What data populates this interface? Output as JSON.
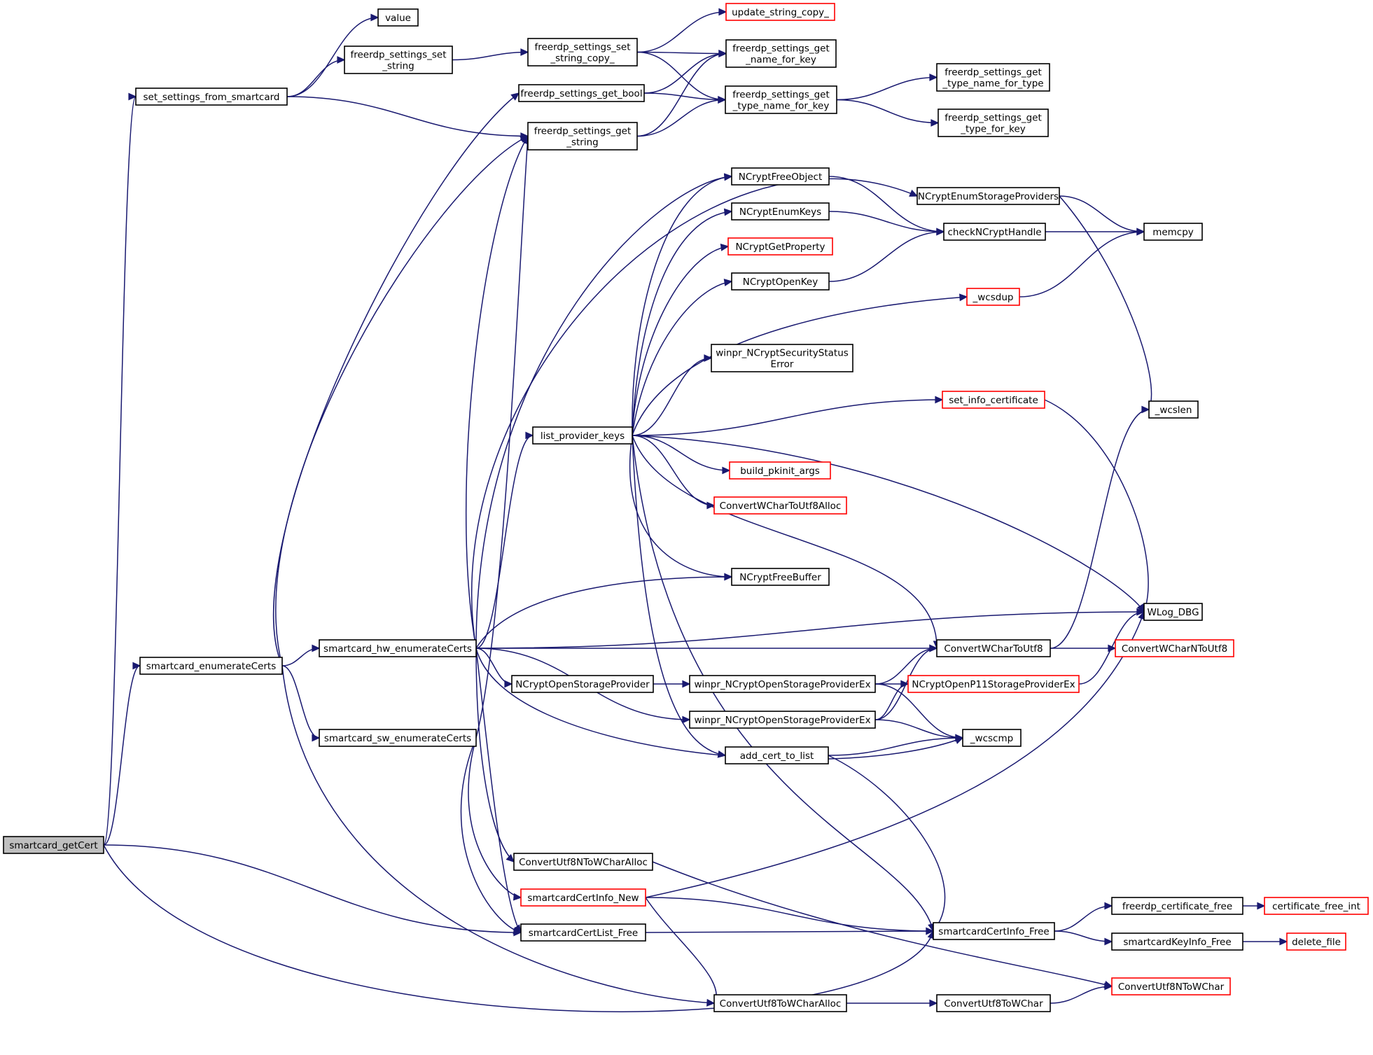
{
  "colors": {
    "edge": "#191970",
    "box_border": "#000000",
    "link_border": "#ff0000",
    "root_fill": "#bfbfbf",
    "box_fill": "#ffffff"
  },
  "nodes": {
    "smartcard_getCert": {
      "lines": [
        "smartcard_getCert"
      ],
      "kind": "root"
    },
    "set_settings_from_smartcard": {
      "lines": [
        "set_settings_from_smartcard"
      ],
      "kind": "normal"
    },
    "value": {
      "lines": [
        "value"
      ],
      "kind": "normal"
    },
    "freerdp_settings_set_string": {
      "lines": [
        "freerdp_settings_set",
        "_string"
      ],
      "kind": "normal"
    },
    "freerdp_settings_set_string_copy_": {
      "lines": [
        "freerdp_settings_set",
        "_string_copy_"
      ],
      "kind": "normal"
    },
    "update_string_copy_": {
      "lines": [
        "update_string_copy_"
      ],
      "kind": "truncated"
    },
    "freerdp_settings_get_name_for_key": {
      "lines": [
        "freerdp_settings_get",
        "_name_for_key"
      ],
      "kind": "normal"
    },
    "freerdp_settings_get_bool": {
      "lines": [
        "freerdp_settings_get_bool"
      ],
      "kind": "normal"
    },
    "freerdp_settings_get_type_name_for_key": {
      "lines": [
        "freerdp_settings_get",
        "_type_name_for_key"
      ],
      "kind": "normal"
    },
    "freerdp_settings_get_type_name_for_type": {
      "lines": [
        "freerdp_settings_get",
        "_type_name_for_type"
      ],
      "kind": "normal"
    },
    "freerdp_settings_get_type_for_key": {
      "lines": [
        "freerdp_settings_get",
        "_type_for_key"
      ],
      "kind": "normal"
    },
    "freerdp_settings_get_string": {
      "lines": [
        "freerdp_settings_get",
        "_string"
      ],
      "kind": "normal"
    },
    "NCryptFreeObject": {
      "lines": [
        "NCryptFreeObject"
      ],
      "kind": "normal"
    },
    "NCryptEnumStorageProviders": {
      "lines": [
        "NCryptEnumStorageProviders"
      ],
      "kind": "normal"
    },
    "NCryptEnumKeys": {
      "lines": [
        "NCryptEnumKeys"
      ],
      "kind": "normal"
    },
    "checkNCryptHandle": {
      "lines": [
        "checkNCryptHandle"
      ],
      "kind": "normal"
    },
    "memcpy": {
      "lines": [
        "memcpy"
      ],
      "kind": "normal"
    },
    "NCryptGetProperty": {
      "lines": [
        "NCryptGetProperty"
      ],
      "kind": "truncated"
    },
    "NCryptOpenKey": {
      "lines": [
        "NCryptOpenKey"
      ],
      "kind": "normal"
    },
    "_wcsdup": {
      "lines": [
        "_wcsdup"
      ],
      "kind": "truncated"
    },
    "winpr_NCryptSecurityStatusError": {
      "lines": [
        "winpr_NCryptSecurityStatus",
        "Error"
      ],
      "kind": "normal"
    },
    "set_info_certificate": {
      "lines": [
        "set_info_certificate"
      ],
      "kind": "truncated"
    },
    "_wcslen": {
      "lines": [
        "_wcslen"
      ],
      "kind": "normal"
    },
    "list_provider_keys": {
      "lines": [
        "list_provider_keys"
      ],
      "kind": "normal"
    },
    "build_pkinit_args": {
      "lines": [
        "build_pkinit_args"
      ],
      "kind": "truncated"
    },
    "ConvertWCharToUtf8Alloc": {
      "lines": [
        "ConvertWCharToUtf8Alloc"
      ],
      "kind": "truncated"
    },
    "NCryptFreeBuffer": {
      "lines": [
        "NCryptFreeBuffer"
      ],
      "kind": "normal"
    },
    "WLog_DBG": {
      "lines": [
        "WLog_DBG"
      ],
      "kind": "normal"
    },
    "smartcard_hw_enumerateCerts": {
      "lines": [
        "smartcard_hw_enumerateCerts"
      ],
      "kind": "normal"
    },
    "ConvertWCharToUtf8": {
      "lines": [
        "ConvertWCharToUtf8"
      ],
      "kind": "normal"
    },
    "ConvertWCharNToUtf8": {
      "lines": [
        "ConvertWCharNToUtf8"
      ],
      "kind": "truncated"
    },
    "smartcard_enumerateCerts": {
      "lines": [
        "smartcard_enumerateCerts"
      ],
      "kind": "normal"
    },
    "NCryptOpenStorageProvider": {
      "lines": [
        "NCryptOpenStorageProvider"
      ],
      "kind": "normal"
    },
    "winpr_NCryptOpenStorageProviderEx_1": {
      "lines": [
        "winpr_NCryptOpenStorageProviderEx"
      ],
      "kind": "normal"
    },
    "NCryptOpenP11StorageProviderEx": {
      "lines": [
        "NCryptOpenP11StorageProviderEx"
      ],
      "kind": "truncated"
    },
    "winpr_NCryptOpenStorageProviderEx_2": {
      "lines": [
        "winpr_NCryptOpenStorageProviderEx"
      ],
      "kind": "normal"
    },
    "smartcard_sw_enumerateCerts": {
      "lines": [
        "smartcard_sw_enumerateCerts"
      ],
      "kind": "normal"
    },
    "_wcscmp": {
      "lines": [
        "_wcscmp"
      ],
      "kind": "normal"
    },
    "add_cert_to_list": {
      "lines": [
        "add_cert_to_list"
      ],
      "kind": "normal"
    },
    "ConvertUtf8NToWCharAlloc": {
      "lines": [
        "ConvertUtf8NToWCharAlloc"
      ],
      "kind": "normal"
    },
    "smartcardCertInfo_New": {
      "lines": [
        "smartcardCertInfo_New"
      ],
      "kind": "truncated"
    },
    "freerdp_certificate_free": {
      "lines": [
        "freerdp_certificate_free"
      ],
      "kind": "normal"
    },
    "certificate_free_int": {
      "lines": [
        "certificate_free_int"
      ],
      "kind": "truncated"
    },
    "smartcardCertInfo_Free": {
      "lines": [
        "smartcardCertInfo_Free"
      ],
      "kind": "normal"
    },
    "smartcardCertList_Free": {
      "lines": [
        "smartcardCertList_Free"
      ],
      "kind": "normal"
    },
    "smartcardKeyInfo_Free": {
      "lines": [
        "smartcardKeyInfo_Free"
      ],
      "kind": "normal"
    },
    "delete_file": {
      "lines": [
        "delete_file"
      ],
      "kind": "truncated"
    },
    "ConvertUtf8NToWChar": {
      "lines": [
        "ConvertUtf8NToWChar"
      ],
      "kind": "truncated"
    },
    "ConvertUtf8ToWCharAlloc": {
      "lines": [
        "ConvertUtf8ToWCharAlloc"
      ],
      "kind": "normal"
    },
    "ConvertUtf8ToWChar": {
      "lines": [
        "ConvertUtf8ToWChar"
      ],
      "kind": "normal"
    }
  },
  "edges": [
    [
      "smartcard_getCert",
      "set_settings_from_smartcard"
    ],
    [
      "smartcard_getCert",
      "smartcard_enumerateCerts"
    ],
    [
      "smartcard_getCert",
      "smartcardCertList_Free"
    ],
    [
      "smartcard_getCert",
      "smartcardCertInfo_Free"
    ],
    [
      "set_settings_from_smartcard",
      "value"
    ],
    [
      "set_settings_from_smartcard",
      "freerdp_settings_set_string"
    ],
    [
      "set_settings_from_smartcard",
      "freerdp_settings_get_string"
    ],
    [
      "freerdp_settings_set_string",
      "freerdp_settings_set_string_copy_"
    ],
    [
      "freerdp_settings_set_string_copy_",
      "update_string_copy_"
    ],
    [
      "freerdp_settings_set_string_copy_",
      "freerdp_settings_get_name_for_key"
    ],
    [
      "freerdp_settings_set_string_copy_",
      "freerdp_settings_get_type_name_for_key"
    ],
    [
      "freerdp_settings_get_bool",
      "freerdp_settings_get_name_for_key"
    ],
    [
      "freerdp_settings_get_bool",
      "freerdp_settings_get_type_name_for_key"
    ],
    [
      "freerdp_settings_get_string",
      "freerdp_settings_get_name_for_key"
    ],
    [
      "freerdp_settings_get_string",
      "freerdp_settings_get_type_name_for_key"
    ],
    [
      "freerdp_settings_get_type_name_for_key",
      "freerdp_settings_get_type_name_for_type"
    ],
    [
      "freerdp_settings_get_type_name_for_key",
      "freerdp_settings_get_type_for_key"
    ],
    [
      "smartcard_enumerateCerts",
      "freerdp_settings_get_bool"
    ],
    [
      "smartcard_enumerateCerts",
      "freerdp_settings_get_string"
    ],
    [
      "smartcard_enumerateCerts",
      "smartcard_hw_enumerateCerts"
    ],
    [
      "smartcard_enumerateCerts",
      "smartcard_sw_enumerateCerts"
    ],
    [
      "smartcard_enumerateCerts",
      "ConvertUtf8ToWCharAlloc"
    ],
    [
      "smartcard_hw_enumerateCerts",
      "freerdp_settings_get_string"
    ],
    [
      "smartcard_hw_enumerateCerts",
      "NCryptEnumStorageProviders"
    ],
    [
      "smartcard_hw_enumerateCerts",
      "NCryptFreeObject"
    ],
    [
      "smartcard_hw_enumerateCerts",
      "list_provider_keys"
    ],
    [
      "smartcard_hw_enumerateCerts",
      "NCryptFreeBuffer"
    ],
    [
      "smartcard_hw_enumerateCerts",
      "WLog_DBG"
    ],
    [
      "smartcard_hw_enumerateCerts",
      "ConvertWCharToUtf8"
    ],
    [
      "smartcard_hw_enumerateCerts",
      "NCryptOpenStorageProvider"
    ],
    [
      "smartcard_hw_enumerateCerts",
      "winpr_NCryptOpenStorageProviderEx_2"
    ],
    [
      "smartcard_hw_enumerateCerts",
      "_wcscmp"
    ],
    [
      "smartcard_hw_enumerateCerts",
      "ConvertUtf8NToWCharAlloc"
    ],
    [
      "smartcard_hw_enumerateCerts",
      "smartcardCertList_Free"
    ],
    [
      "smartcard_sw_enumerateCerts",
      "freerdp_settings_get_string"
    ],
    [
      "smartcard_sw_enumerateCerts",
      "smartcardCertInfo_New"
    ],
    [
      "smartcard_sw_enumerateCerts",
      "smartcardCertList_Free"
    ],
    [
      "list_provider_keys",
      "NCryptFreeObject"
    ],
    [
      "list_provider_keys",
      "NCryptEnumKeys"
    ],
    [
      "list_provider_keys",
      "NCryptGetProperty"
    ],
    [
      "list_provider_keys",
      "NCryptOpenKey"
    ],
    [
      "list_provider_keys",
      "_wcsdup"
    ],
    [
      "list_provider_keys",
      "winpr_NCryptSecurityStatusError"
    ],
    [
      "list_provider_keys",
      "set_info_certificate"
    ],
    [
      "list_provider_keys",
      "WLog_DBG"
    ],
    [
      "list_provider_keys",
      "build_pkinit_args"
    ],
    [
      "list_provider_keys",
      "ConvertWCharToUtf8Alloc"
    ],
    [
      "list_provider_keys",
      "NCryptFreeBuffer"
    ],
    [
      "list_provider_keys",
      "ConvertWCharToUtf8"
    ],
    [
      "list_provider_keys",
      "add_cert_to_list"
    ],
    [
      "list_provider_keys",
      "smartcardCertInfo_Free"
    ],
    [
      "NCryptFreeObject",
      "checkNCryptHandle"
    ],
    [
      "NCryptEnumKeys",
      "checkNCryptHandle"
    ],
    [
      "NCryptOpenKey",
      "checkNCryptHandle"
    ],
    [
      "NCryptEnumStorageProviders",
      "memcpy"
    ],
    [
      "NCryptEnumStorageProviders",
      "_wcslen"
    ],
    [
      "checkNCryptHandle",
      "memcpy"
    ],
    [
      "_wcsdup",
      "memcpy"
    ],
    [
      "set_info_certificate",
      "WLog_DBG"
    ],
    [
      "ConvertWCharToUtf8",
      "_wcslen"
    ],
    [
      "ConvertWCharToUtf8",
      "ConvertWCharNToUtf8"
    ],
    [
      "NCryptOpenStorageProvider",
      "winpr_NCryptOpenStorageProviderEx_1"
    ],
    [
      "winpr_NCryptOpenStorageProviderEx_1",
      "ConvertWCharToUtf8"
    ],
    [
      "winpr_NCryptOpenStorageProviderEx_1",
      "NCryptOpenP11StorageProviderEx"
    ],
    [
      "winpr_NCryptOpenStorageProviderEx_1",
      "_wcscmp"
    ],
    [
      "winpr_NCryptOpenStorageProviderEx_2",
      "ConvertWCharToUtf8"
    ],
    [
      "winpr_NCryptOpenStorageProviderEx_2",
      "NCryptOpenP11StorageProviderEx"
    ],
    [
      "winpr_NCryptOpenStorageProviderEx_2",
      "_wcscmp"
    ],
    [
      "NCryptOpenP11StorageProviderEx",
      "WLog_DBG"
    ],
    [
      "add_cert_to_list",
      "_wcscmp"
    ],
    [
      "add_cert_to_list",
      "smartcardCertInfo_Free"
    ],
    [
      "ConvertUtf8NToWCharAlloc",
      "ConvertUtf8NToWChar"
    ],
    [
      "smartcardCertInfo_New",
      "WLog_DBG"
    ],
    [
      "smartcardCertInfo_New",
      "smartcardCertInfo_Free"
    ],
    [
      "smartcardCertInfo_New",
      "ConvertUtf8ToWCharAlloc"
    ],
    [
      "smartcardCertList_Free",
      "smartcardCertInfo_Free"
    ],
    [
      "smartcardCertInfo_Free",
      "freerdp_certificate_free"
    ],
    [
      "smartcardCertInfo_Free",
      "smartcardKeyInfo_Free"
    ],
    [
      "freerdp_certificate_free",
      "certificate_free_int"
    ],
    [
      "smartcardKeyInfo_Free",
      "delete_file"
    ],
    [
      "ConvertUtf8ToWCharAlloc",
      "ConvertUtf8ToWChar"
    ],
    [
      "ConvertUtf8ToWChar",
      "ConvertUtf8NToWChar"
    ]
  ]
}
